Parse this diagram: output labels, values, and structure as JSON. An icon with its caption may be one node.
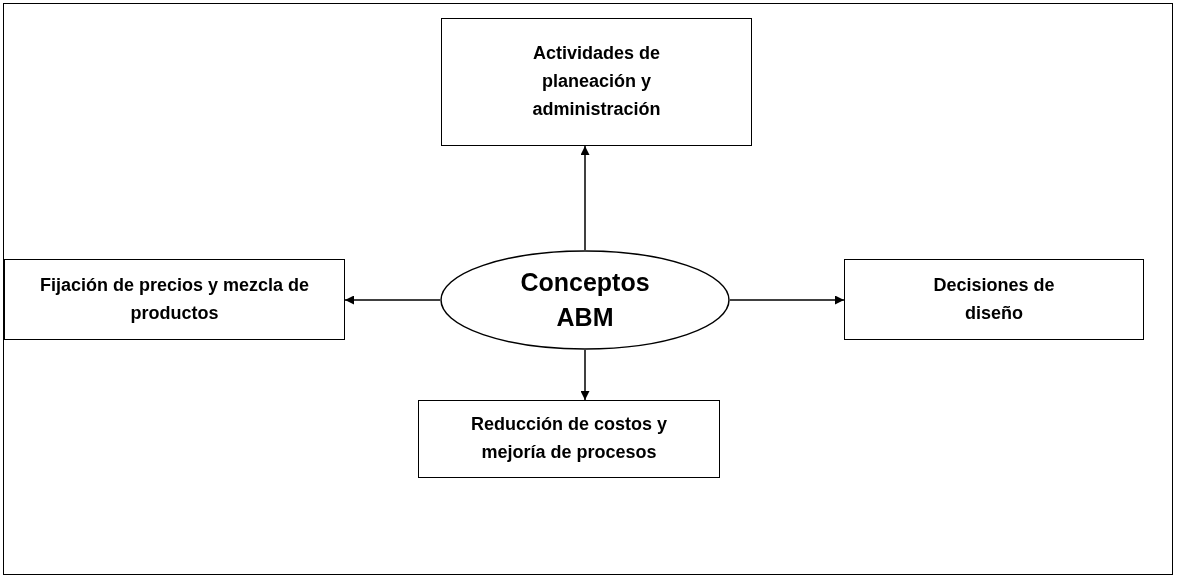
{
  "diagram": {
    "nodes": [
      {
        "text": [
          "Actividades de planeación y administración"
        ]
      },
      {
        "text": [
          "Fijación de precios y mezcla de productos"
        ]
      },
      {
        "text": [
          "Conceptos ABM"
        ]
      },
      {
        "text": [
          "Decisiones de diseño"
        ]
      },
      {
        "text": [
          "Reducción de costos y mejoría de procesos"
        ]
      }
    ],
    "edges": [
      {
        "from": 2,
        "to": 0,
        "arrow": "to"
      },
      {
        "from": 2,
        "to": 1,
        "arrow": "to"
      },
      {
        "from": 2,
        "to": 3,
        "arrow": "to"
      },
      {
        "from": 2,
        "to": 4,
        "arrow": "to"
      }
    ]
  }
}
